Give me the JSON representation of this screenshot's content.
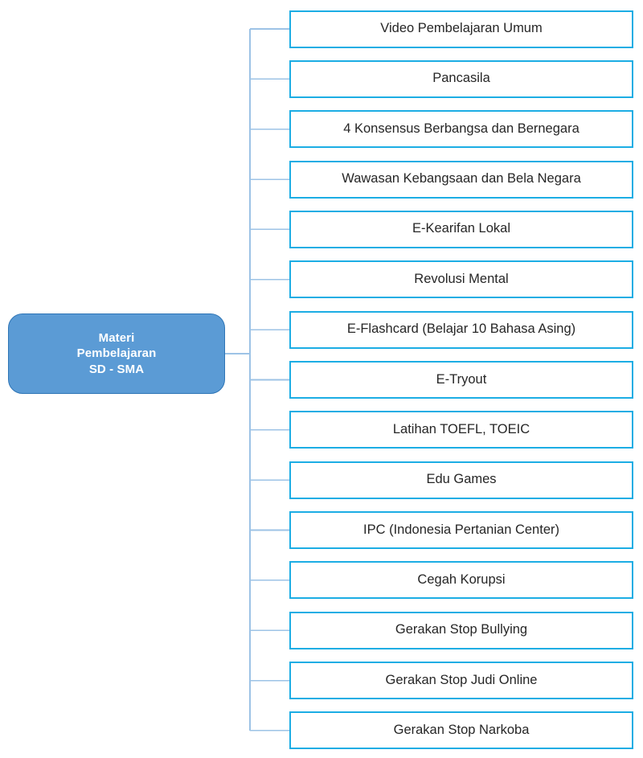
{
  "diagram": {
    "type": "tree-diagram",
    "orientation": "left-to-right",
    "colors": {
      "root_fill": "#5B9BD5",
      "root_border": "#2E75B6",
      "root_text": "#FFFFFF",
      "leaf_border": "#1CADE4",
      "leaf_fill": "#FFFFFF",
      "leaf_text": "#262626",
      "connector": "#9DC3E6",
      "background": "#FFFFFF"
    },
    "root": {
      "label": "Materi\nPembelajaran\nSD - SMA",
      "line1": "Materi",
      "line2": "Pembelajaran",
      "line3": "SD - SMA"
    },
    "children": [
      {
        "label": "Video Pembelajaran Umum"
      },
      {
        "label": "Pancasila"
      },
      {
        "label": "4 Konsensus Berbangsa dan Bernegara"
      },
      {
        "label": "Wawasan Kebangsaan dan Bela Negara"
      },
      {
        "label": "E-Kearifan Lokal"
      },
      {
        "label": "Revolusi Mental"
      },
      {
        "label": "E-Flashcard (Belajar 10 Bahasa Asing)"
      },
      {
        "label": "E-Tryout"
      },
      {
        "label": "Latihan TOEFL, TOEIC"
      },
      {
        "label": "Edu Games"
      },
      {
        "label": "IPC (Indonesia Pertanian Center)"
      },
      {
        "label": "Cegah Korupsi"
      },
      {
        "label": "Gerakan Stop Bullying"
      },
      {
        "label": "Gerakan Stop Judi Online"
      },
      {
        "label": "Gerakan Stop Narkoba"
      }
    ]
  }
}
